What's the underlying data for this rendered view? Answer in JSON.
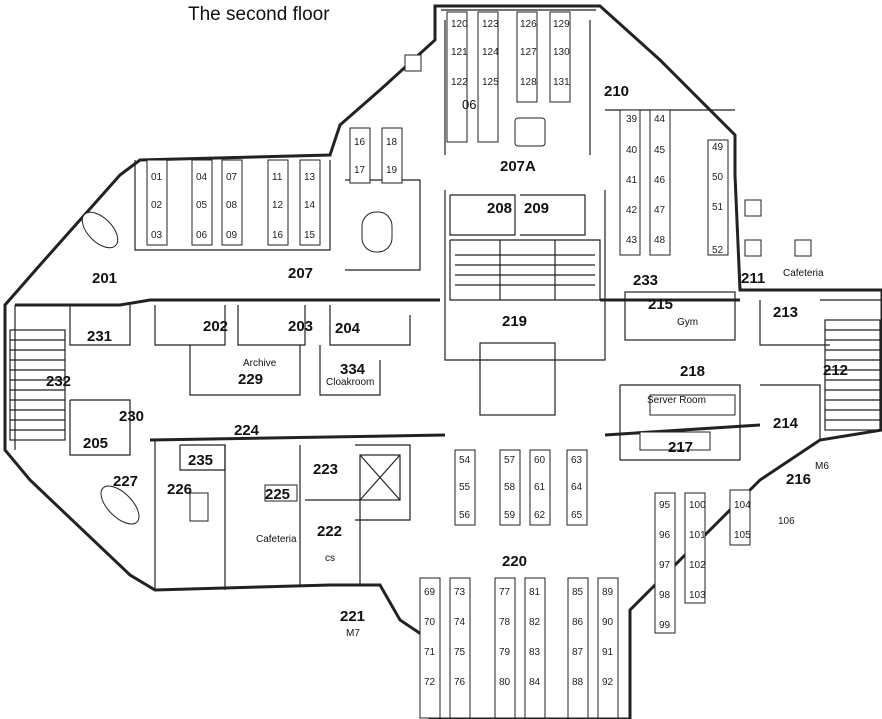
{
  "title": "The second floor",
  "rooms": [
    {
      "id": "201",
      "label": "201"
    },
    {
      "id": "202",
      "label": "202"
    },
    {
      "id": "203",
      "label": "203"
    },
    {
      "id": "204",
      "label": "204"
    },
    {
      "id": "205",
      "label": "205"
    },
    {
      "id": "207",
      "label": "207"
    },
    {
      "id": "207A",
      "label": "207A"
    },
    {
      "id": "208",
      "label": "208"
    },
    {
      "id": "209",
      "label": "209"
    },
    {
      "id": "210",
      "label": "210"
    },
    {
      "id": "211",
      "label": "211"
    },
    {
      "id": "212",
      "label": "212"
    },
    {
      "id": "213",
      "label": "213"
    },
    {
      "id": "214",
      "label": "214"
    },
    {
      "id": "215",
      "label": "215"
    },
    {
      "id": "216",
      "label": "216"
    },
    {
      "id": "217",
      "label": "217"
    },
    {
      "id": "218",
      "label": "218"
    },
    {
      "id": "219",
      "label": "219"
    },
    {
      "id": "220",
      "label": "220"
    },
    {
      "id": "221",
      "label": "221"
    },
    {
      "id": "222",
      "label": "222"
    },
    {
      "id": "223",
      "label": "223"
    },
    {
      "id": "224",
      "label": "224"
    },
    {
      "id": "225",
      "label": "225"
    },
    {
      "id": "226",
      "label": "226"
    },
    {
      "id": "227",
      "label": "227"
    },
    {
      "id": "229",
      "label": "229"
    },
    {
      "id": "230",
      "label": "230"
    },
    {
      "id": "231",
      "label": "231"
    },
    {
      "id": "232",
      "label": "232"
    },
    {
      "id": "233",
      "label": "233"
    },
    {
      "id": "235",
      "label": "235"
    },
    {
      "id": "334",
      "label": "334"
    }
  ],
  "sublabels": {
    "gym": "Gym",
    "archive": "Archive",
    "cloakroom": "Cloakroom",
    "server_room": "Server Room",
    "cafeteria_right": "Cafeteria",
    "cafeteria_left": "Cafeteria",
    "cs": "cs",
    "m6": "M6",
    "m7": "M7",
    "desk_06": "06"
  },
  "desk_groups": [
    {
      "id": "top-center",
      "labels": [
        "120",
        "121",
        "122",
        "123",
        "124",
        "125",
        "126",
        "127",
        "128",
        "129",
        "130",
        "131"
      ]
    },
    {
      "id": "207-left",
      "labels": [
        "01",
        "02",
        "03",
        "04",
        "05",
        "06",
        "07",
        "08",
        "09"
      ]
    },
    {
      "id": "207-mid",
      "labels": [
        "13",
        "14",
        "15",
        "11",
        "12",
        "16"
      ]
    },
    {
      "id": "207-small",
      "labels": [
        "16",
        "17",
        "18",
        "19"
      ]
    },
    {
      "id": "233",
      "labels": [
        "39",
        "40",
        "41",
        "42",
        "43",
        "44",
        "45",
        "46",
        "47",
        "48",
        "49",
        "50",
        "51",
        "52"
      ]
    },
    {
      "id": "220-top",
      "labels": [
        "54",
        "55",
        "56",
        "57",
        "58",
        "59",
        "60",
        "61",
        "62",
        "63",
        "64",
        "65"
      ]
    },
    {
      "id": "220-bottom",
      "labels": [
        "69",
        "70",
        "71",
        "72",
        "73",
        "74",
        "75",
        "76",
        "77",
        "78",
        "79",
        "80",
        "81",
        "82",
        "83",
        "84",
        "85",
        "86",
        "87",
        "88",
        "89",
        "90",
        "91",
        "92"
      ]
    },
    {
      "id": "216-area",
      "labels": [
        "95",
        "96",
        "97",
        "98",
        "99",
        "100",
        "101",
        "102",
        "103",
        "104",
        "105",
        "106"
      ]
    }
  ]
}
